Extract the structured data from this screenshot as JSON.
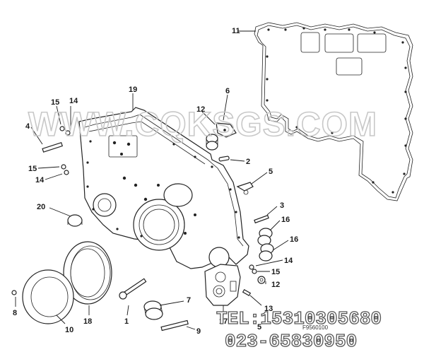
{
  "watermark": "WWW.CQKSGS.COM",
  "contact": {
    "tel": "TEL:15310305680",
    "phone2": "023-65830950"
  },
  "drawing_code": "F9560100",
  "callouts": [
    {
      "id": "c11",
      "label": "11"
    },
    {
      "id": "c19",
      "label": "19"
    },
    {
      "id": "c6",
      "label": "6"
    },
    {
      "id": "c15a",
      "label": "15"
    },
    {
      "id": "c14a",
      "label": "14"
    },
    {
      "id": "c4",
      "label": "4"
    },
    {
      "id": "c12a",
      "label": "12"
    },
    {
      "id": "c2",
      "label": "2"
    },
    {
      "id": "c15b",
      "label": "15"
    },
    {
      "id": "c14b",
      "label": "14"
    },
    {
      "id": "c5",
      "label": "5"
    },
    {
      "id": "c20",
      "label": "20"
    },
    {
      "id": "c3",
      "label": "3"
    },
    {
      "id": "c16a",
      "label": "16"
    },
    {
      "id": "c16b",
      "label": "16"
    },
    {
      "id": "c14c",
      "label": "14"
    },
    {
      "id": "c15c",
      "label": "15"
    },
    {
      "id": "c12b",
      "label": "12"
    },
    {
      "id": "c7",
      "label": "7"
    },
    {
      "id": "c13",
      "label": "13"
    },
    {
      "id": "c8",
      "label": "8"
    },
    {
      "id": "c18",
      "label": "18"
    },
    {
      "id": "c1",
      "label": "1"
    },
    {
      "id": "c10",
      "label": "10"
    },
    {
      "id": "c9",
      "label": "9"
    },
    {
      "id": "c17",
      "label": "17"
    },
    {
      "id": "c5b",
      "label": "5"
    }
  ]
}
